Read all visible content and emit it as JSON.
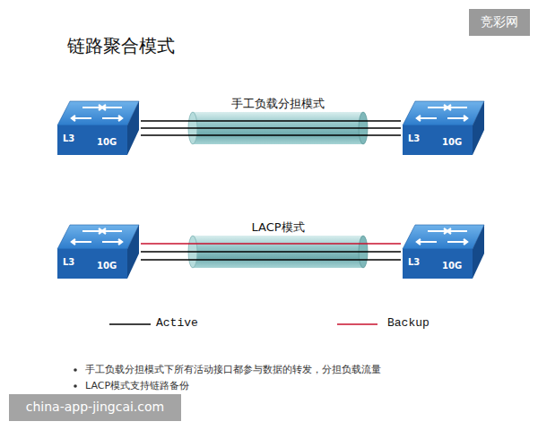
{
  "diagram": {
    "title": "链路聚合模式",
    "nodes": [
      {
        "text": [
          "L3",
          "10G"
        ]
      },
      {
        "text": [
          "L3",
          "10G"
        ]
      },
      {
        "text": [
          "L3",
          "10G"
        ]
      },
      {
        "text": [
          "L3",
          "10G"
        ]
      }
    ],
    "edges": [
      {
        "from": 0,
        "to": 1,
        "arrow": "none"
      },
      {
        "from": 0,
        "to": 1,
        "arrow": "none"
      },
      {
        "from": 0,
        "to": 1,
        "arrow": "none"
      },
      {
        "from": 2,
        "to": 3,
        "arrow": "none"
      },
      {
        "from": 2,
        "to": 3,
        "arrow": "none"
      },
      {
        "from": 2,
        "to": 3,
        "arrow": "none"
      }
    ],
    "labels": [
      "手工负载分担模式",
      "LACP模式",
      "手工负载分担模式下所有活动接口都参与数据的转发，分担负载流量",
      "LACP模式支持链路备份",
      "竞彩网",
      "china-app-jingcai.com"
    ],
    "legend": [
      {
        "text": "Active"
      },
      {
        "text": "Backup"
      }
    ]
  }
}
